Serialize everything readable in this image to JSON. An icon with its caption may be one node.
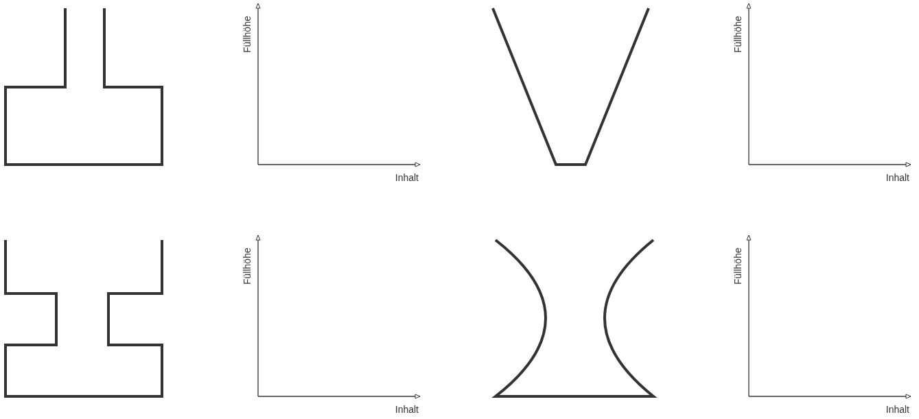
{
  "diagram": {
    "labels": [
      "Füllhöhe",
      "Inhalt",
      "Füllhöhe",
      "Inhalt",
      "Füllhöhe",
      "Inhalt",
      "Füllhöhe",
      "Inhalt"
    ]
  }
}
